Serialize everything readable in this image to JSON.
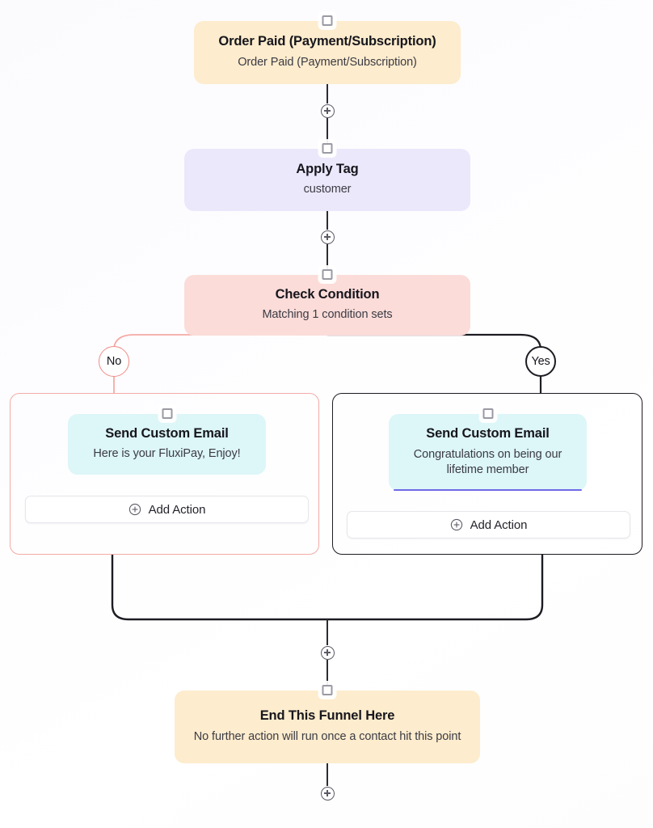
{
  "canvas": {
    "background_color": "#fcfcff",
    "accent_no": "#f08b87",
    "accent_yes": "#1c1c22",
    "selected_underline": "#7069e8"
  },
  "nodes": {
    "trigger": {
      "title": "Order Paid (Payment/Subscription)",
      "subtitle": "Order Paid (Payment/Subscription)",
      "color": "#fdeccd"
    },
    "apply_tag": {
      "title": "Apply Tag",
      "subtitle": "customer",
      "color": "#ebe8fb"
    },
    "condition": {
      "title": "Check Condition",
      "subtitle": "Matching 1 condition sets",
      "color": "#fbdcd9"
    },
    "email_no": {
      "title": "Send Custom Email",
      "subtitle": "Here is your FluxiPay, Enjoy!",
      "color": "#ddf6f7"
    },
    "email_yes": {
      "title": "Send Custom Email",
      "subtitle": "Congratulations on being our lifetime member",
      "color": "#ddf6f7"
    },
    "end": {
      "title": "End This Funnel Here",
      "subtitle": "No further action will run once a contact hit this point",
      "color": "#fdeccd"
    }
  },
  "branches": {
    "no_label": "No",
    "yes_label": "Yes"
  },
  "buttons": {
    "add_action_no": "Add Action",
    "add_action_yes": "Add Action"
  },
  "icons": {
    "plus": "+",
    "node_handle": "square-handle"
  }
}
